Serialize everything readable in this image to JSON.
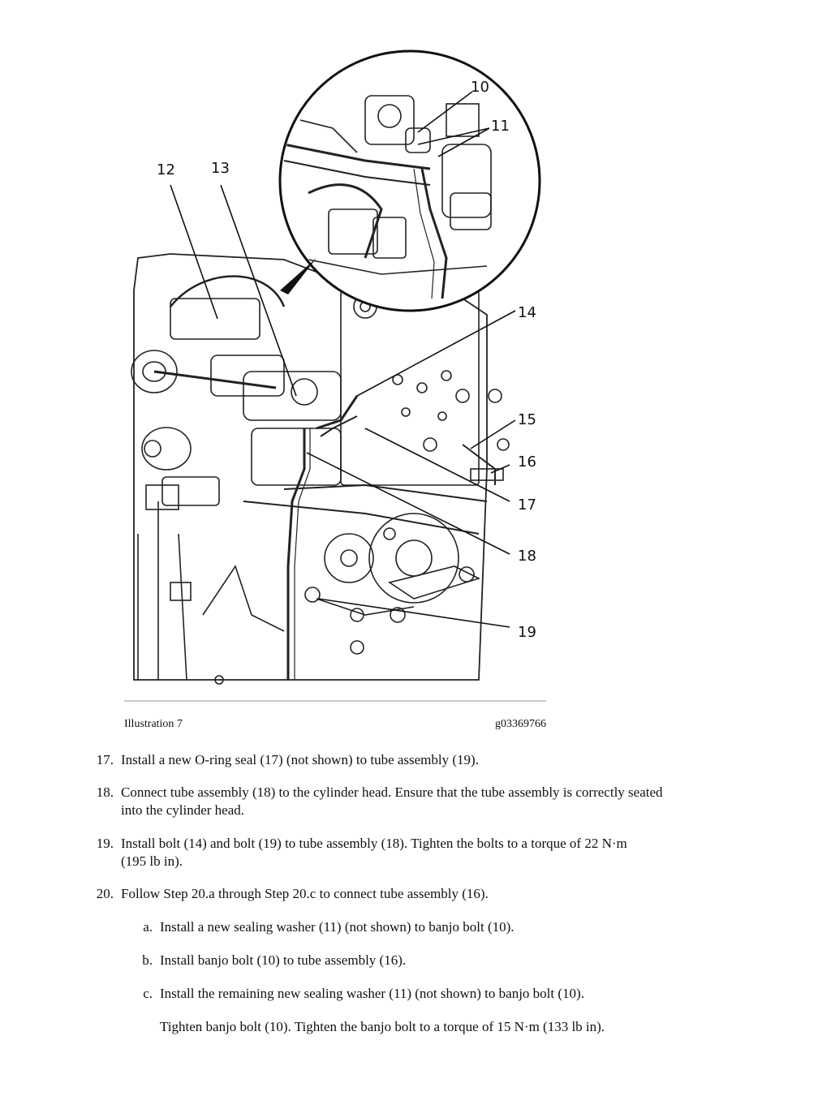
{
  "illustration": {
    "callouts": [
      "10",
      "11",
      "12",
      "13",
      "14",
      "15",
      "16",
      "17",
      "18",
      "19"
    ],
    "caption_label": "Illustration 7",
    "caption_id": "g03369766"
  },
  "steps": [
    {
      "num": "17.",
      "text": "Install a new O-ring seal (17) (not shown) to tube assembly (19)."
    },
    {
      "num": "18.",
      "text_line1": "Connect tube assembly (18) to the cylinder head. Ensure that the tube assembly is correctly seated",
      "text_line2": "into the cylinder head."
    },
    {
      "num": "19.",
      "text_line1": "Install bolt (14) and bolt (19) to tube assembly (18). Tighten the bolts to a torque of 22 N·m",
      "text_line2": "(195 lb in)."
    },
    {
      "num": "20.",
      "text": "Follow Step 20.a through Step 20.c to connect tube assembly (16)."
    }
  ],
  "substeps": [
    {
      "letter": "a.",
      "text": "Install a new sealing washer (11) (not shown) to banjo bolt (10)."
    },
    {
      "letter": "b.",
      "text": "Install banjo bolt (10) to tube assembly (16)."
    },
    {
      "letter": "c.",
      "text": "Install the remaining new sealing washer (11) (not shown) to banjo bolt (10)."
    }
  ],
  "note": "Tighten banjo bolt (10). Tighten the banjo bolt to a torque of 15 N·m (133 lb in)."
}
